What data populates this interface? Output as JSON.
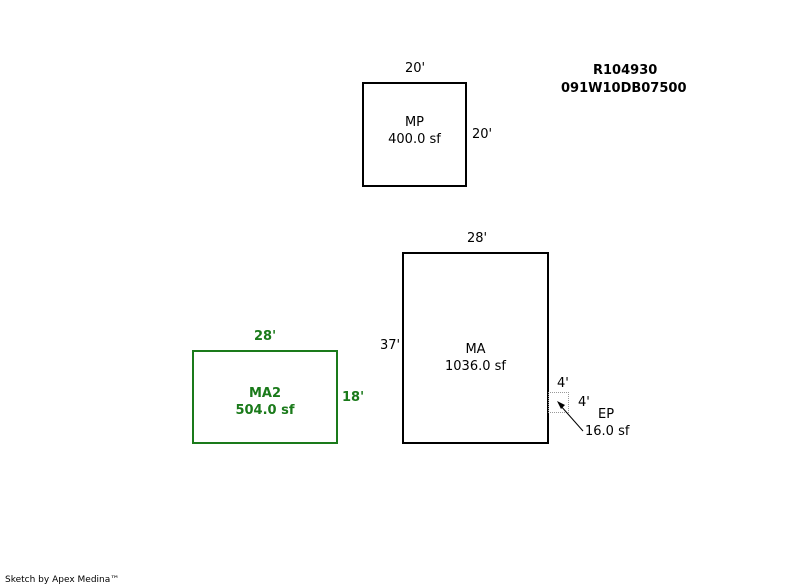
{
  "header": {
    "parcel_id": "R104930",
    "map_number": "091W10DB07500"
  },
  "areas": {
    "mp": {
      "name": "MP",
      "area": "400.0 sf",
      "width_label": "20'",
      "height_label": "20'"
    },
    "ma": {
      "name": "MA",
      "area": "1036.0 sf",
      "width_label": "28'",
      "height_label": "37'"
    },
    "ma2": {
      "name": "MA2",
      "area": "504.0 sf",
      "width_label": "28'",
      "height_label": "18'",
      "color": "#1a7a1a"
    },
    "ep": {
      "name": "EP",
      "area": "16.0 sf",
      "width_label": "4'",
      "height_label": "4'"
    }
  },
  "footer": {
    "credit": "Sketch by Apex Medina™"
  }
}
